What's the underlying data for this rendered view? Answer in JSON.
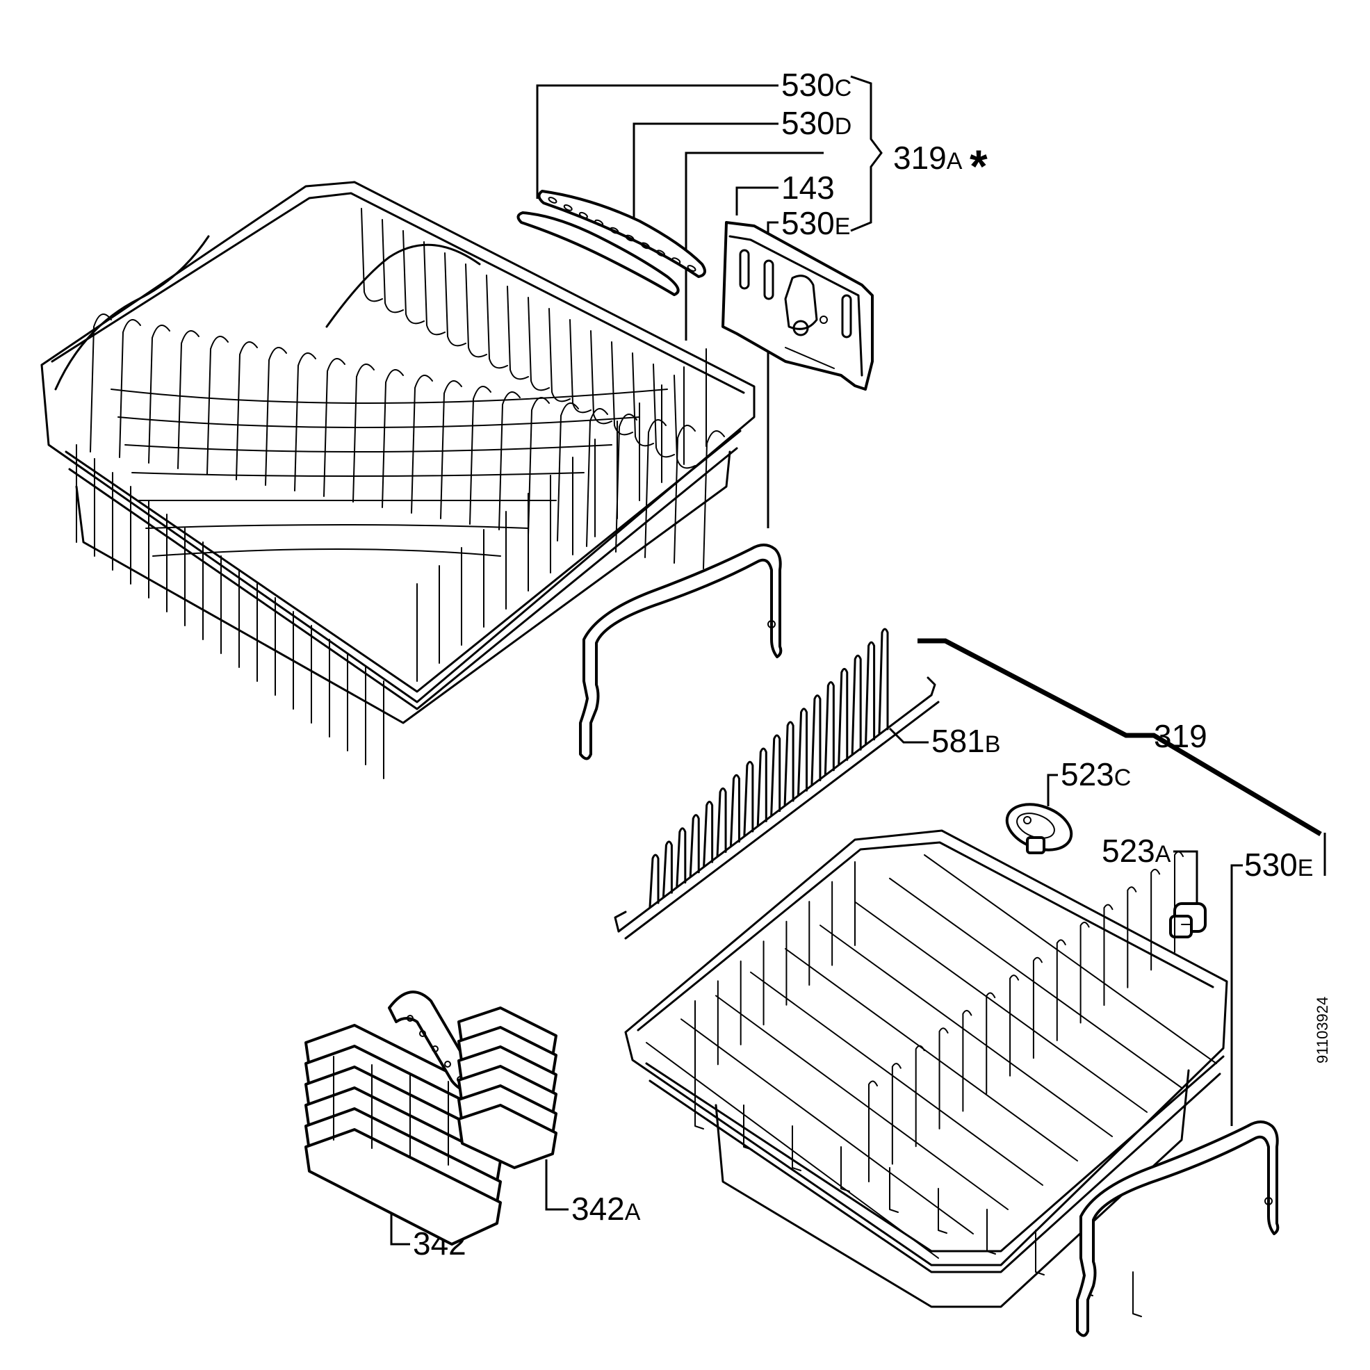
{
  "labels": {
    "l530c": {
      "num": "530",
      "suf": "C"
    },
    "l530d": {
      "num": "530",
      "suf": "D"
    },
    "l319a": {
      "num": "319",
      "suf": "A"
    },
    "star": "*",
    "l143": {
      "num": "143"
    },
    "l530e1": {
      "num": "530",
      "suf": "E"
    },
    "l581b": {
      "num": "581",
      "suf": "B"
    },
    "l319": {
      "num": "319"
    },
    "l523c": {
      "num": "523",
      "suf": "C"
    },
    "l523a": {
      "num": "523",
      "suf": "A"
    },
    "l530e2": {
      "num": "530",
      "suf": "E"
    },
    "l342": {
      "num": "342"
    },
    "l342a": {
      "num": "342",
      "suf": "A"
    }
  },
  "drawing_number": "91103924"
}
